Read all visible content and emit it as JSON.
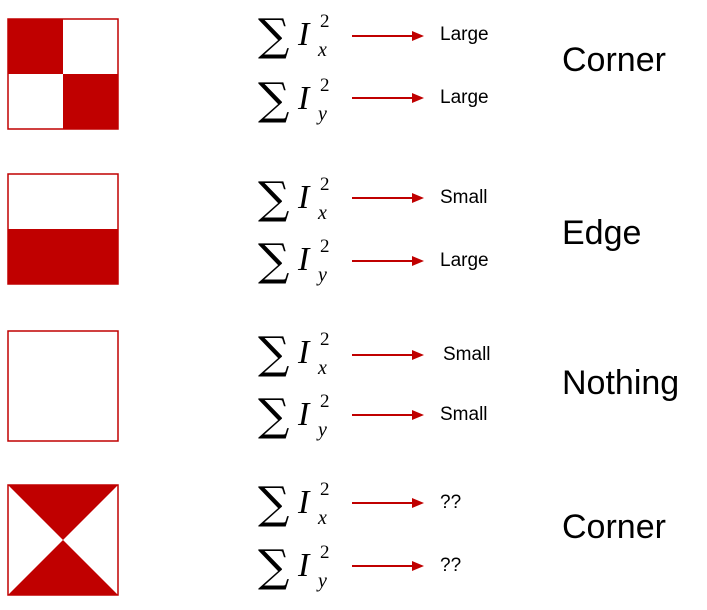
{
  "accent_color": "#c00000",
  "rows": [
    {
      "pattern": "checkerboard",
      "terms": [
        {
          "var": "I",
          "sup": "2",
          "sub": "x",
          "value": "Large"
        },
        {
          "var": "I",
          "sup": "2",
          "sub": "y",
          "value": "Large"
        }
      ],
      "result": "Corner"
    },
    {
      "pattern": "horizontal-edge",
      "terms": [
        {
          "var": "I",
          "sup": "2",
          "sub": "x",
          "value": "Small"
        },
        {
          "var": "I",
          "sup": "2",
          "sub": "y",
          "value": "Large"
        }
      ],
      "result": "Edge"
    },
    {
      "pattern": "flat",
      "terms": [
        {
          "var": "I",
          "sup": "2",
          "sub": "x",
          "value": "Small"
        },
        {
          "var": "I",
          "sup": "2",
          "sub": "y",
          "value": "Small"
        }
      ],
      "result": "Nothing"
    },
    {
      "pattern": "hourglass",
      "terms": [
        {
          "var": "I",
          "sup": "2",
          "sub": "x",
          "value": "??"
        },
        {
          "var": "I",
          "sup": "2",
          "sub": "y",
          "value": "??"
        }
      ],
      "result": "Corner"
    }
  ]
}
